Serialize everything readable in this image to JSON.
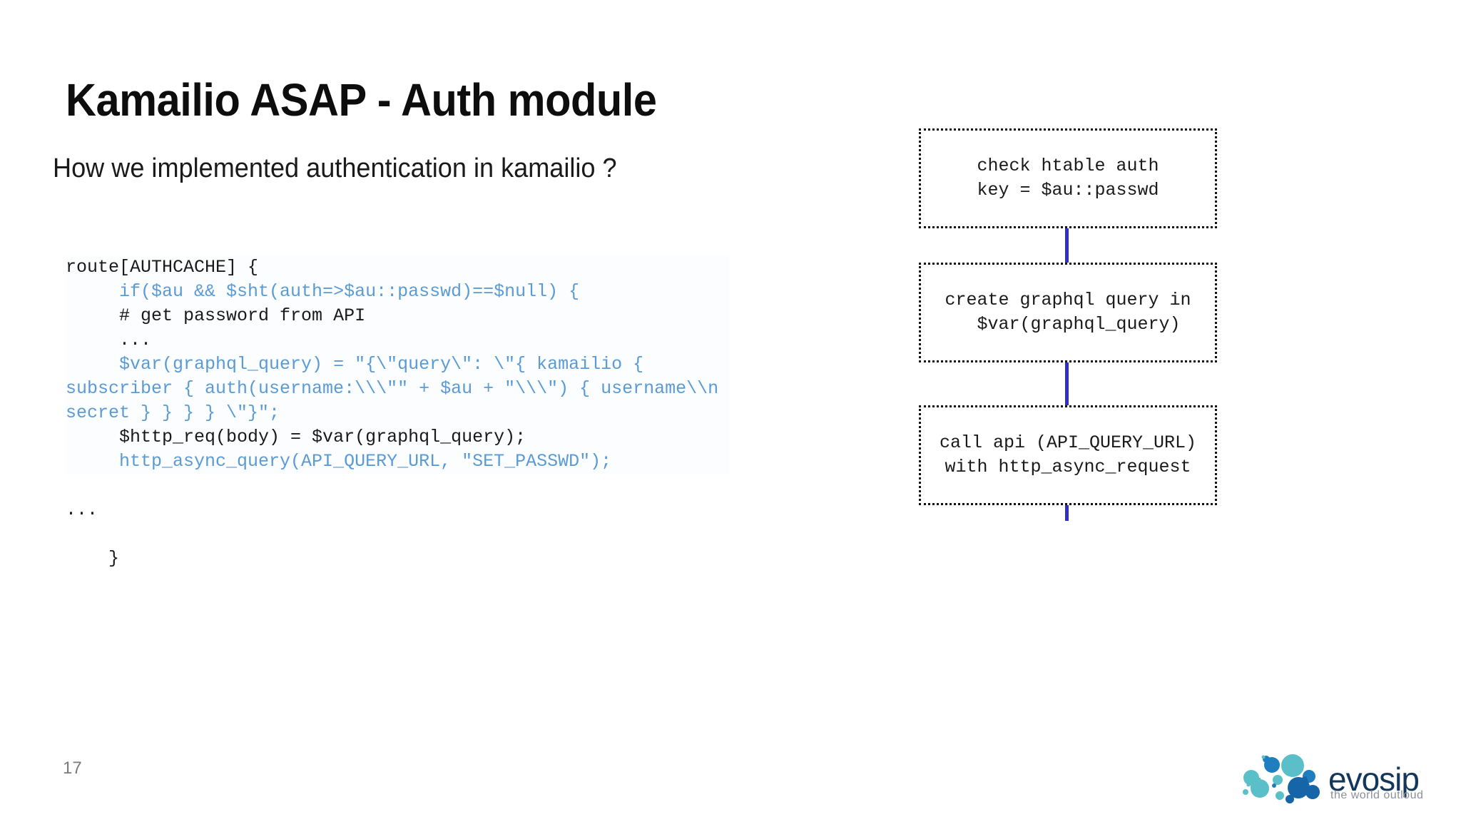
{
  "slide": {
    "title": "Kamailio ASAP - Auth module",
    "subtitle": "How we implemented authentication in kamailio ?",
    "page_number": "17"
  },
  "colors": {
    "title": "#0d0d0d",
    "code_default": "#1a1a1a",
    "code_highlight": "#5b9bd5",
    "connector": "#2f2fc4",
    "box_border": "#111111",
    "page_number": "#7a7a7a",
    "logo_word": "#13375c",
    "logo_tagline": "#8b9099",
    "logo_blob_teal": "#5bbfc9",
    "logo_blob_blue": "#1f7ec0",
    "logo_blob_deep": "#1565a8"
  },
  "code": {
    "language": "kamailio-cfg",
    "lines": [
      {
        "text": "route[AUTHCACHE] {",
        "color": "black"
      },
      {
        "text": "     if($au && $sht(auth=>$au::passwd)==$null) {",
        "color": "blue"
      },
      {
        "text": "     # get password from API",
        "color": "black"
      },
      {
        "text": "     ...",
        "color": "black"
      },
      {
        "text": "     $var(graphql_query) = \"{\\\"query\\\": \\\"{ kamailio { subscriber { auth(username:\\\\\\\"\" + $au + \"\\\\\\\") { username\\\\n secret } } } } \\\"}\";",
        "color": "blue"
      },
      {
        "text": "     $http_req(body) = $var(graphql_query);",
        "color": "black"
      },
      {
        "text": "     http_async_query(API_QUERY_URL, \"SET_PASSWD\");",
        "color": "blue"
      },
      {
        "text": "",
        "color": "black"
      },
      {
        "text": "...",
        "color": "black"
      },
      {
        "text": "",
        "color": "black"
      },
      {
        "text": "    }",
        "color": "black"
      }
    ]
  },
  "flowchart": {
    "boxes": [
      {
        "id": "flow-box-1",
        "text": "check htable auth\nkey = $au::passwd"
      },
      {
        "id": "flow-box-2",
        "text": "create graphql query in\n  $var(graphql_query)"
      },
      {
        "id": "flow-box-3",
        "text": "call api (API_QUERY_URL)\nwith http_async_request"
      }
    ],
    "connectors": [
      {
        "id": "flow-conn-1",
        "from": "flow-box-1",
        "to": "flow-box-2"
      },
      {
        "id": "flow-conn-2",
        "from": "flow-box-2",
        "to": "flow-box-3"
      },
      {
        "id": "flow-conn-3",
        "from": "flow-box-3",
        "to": ""
      }
    ]
  },
  "logo": {
    "word": "evosip",
    "tagline": "the world outloud"
  }
}
